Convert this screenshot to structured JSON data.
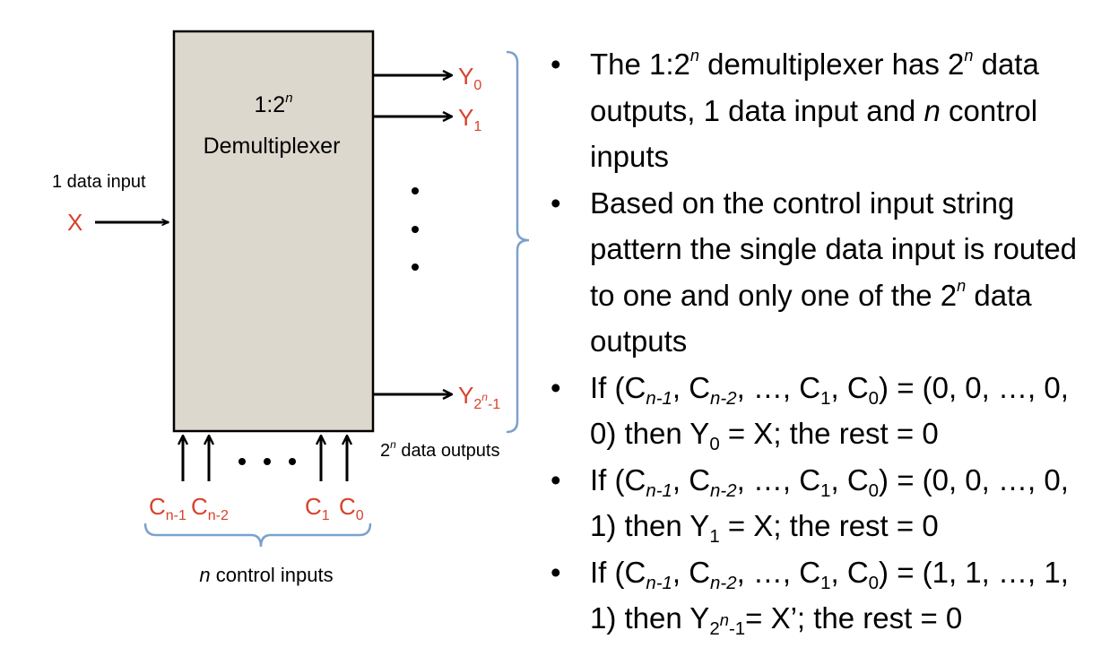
{
  "diagram": {
    "block_title_line1": "1:2",
    "block_title_exp": "n",
    "block_title_line2": "Demultiplexer",
    "data_input_label": "1 data input",
    "input_signal": "X",
    "outputs": [
      {
        "base": "Y",
        "sub": "0"
      },
      {
        "base": "Y",
        "sub": "1"
      },
      {
        "base": "Y",
        "sub_pre": "2",
        "sub_exp": "n",
        "sub_post": "-1"
      }
    ],
    "outputs_caption": {
      "base": "2",
      "exp": "n",
      "rest": " data outputs"
    },
    "controls": [
      {
        "base": "C",
        "sub": "n-1"
      },
      {
        "base": "C",
        "sub": "n-2"
      },
      {
        "base": "C",
        "sub": "1"
      },
      {
        "base": "C",
        "sub": "0"
      }
    ],
    "controls_caption": {
      "var": "n",
      "rest": " control inputs"
    },
    "colors": {
      "block_fill": "#ddd8cd",
      "signal": "#d8412b",
      "brace": "#7ba1cc"
    }
  },
  "bullets": {
    "b1": {
      "t1": "The 1:2",
      "e1": "n",
      "t2": " demultiplexer has 2",
      "e2": "n",
      "t3": " data outputs, 1 data input and ",
      "v1": "n",
      "t4": " control inputs"
    },
    "b2": {
      "t1": "Based on the control input string pattern the single data input is routed to one and only one of the 2",
      "e1": "n",
      "t2": " data outputs"
    },
    "b3": {
      "t1": "If (C",
      "s1": "n-1",
      "t2": ", C",
      "s2": "n-2",
      "t3": ", …, C",
      "s3": "1",
      "t4": ", C",
      "s4": "0",
      "t5": ") = (0, 0, …, 0, 0) then Y",
      "s5": "0",
      "t6": " = X; the rest = 0"
    },
    "b4": {
      "t1": "If (C",
      "s1": "n-1",
      "t2": ", C",
      "s2": "n-2",
      "t3": ", …, C",
      "s3": "1",
      "t4": ", C",
      "s4": "0",
      "t5": ") = (0, 0, …, 0, 1) then Y",
      "s5": "1",
      "t6": " = X; the rest = 0"
    },
    "b5": {
      "t1": "If (C",
      "s1": "n-1",
      "t2": ", C",
      "s2": "n-2",
      "t3": ", …, C",
      "s3": "1",
      "t4": ", C",
      "s4": "0",
      "t5": ") = (1, 1, …, 1, 1) then Y",
      "s5a": "2",
      "s5b": "n",
      "s5c": "-1",
      "t6": "= X’; the rest = 0"
    }
  }
}
